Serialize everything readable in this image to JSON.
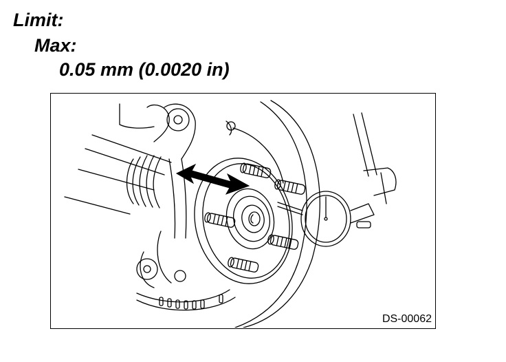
{
  "spec": {
    "limit_label": "Limit:",
    "max_label": "Max:",
    "value": "0.05 mm (0.0020 in)"
  },
  "figure": {
    "code": "DS-00062"
  },
  "colors": {
    "ink": "#000000",
    "paper": "#ffffff"
  }
}
